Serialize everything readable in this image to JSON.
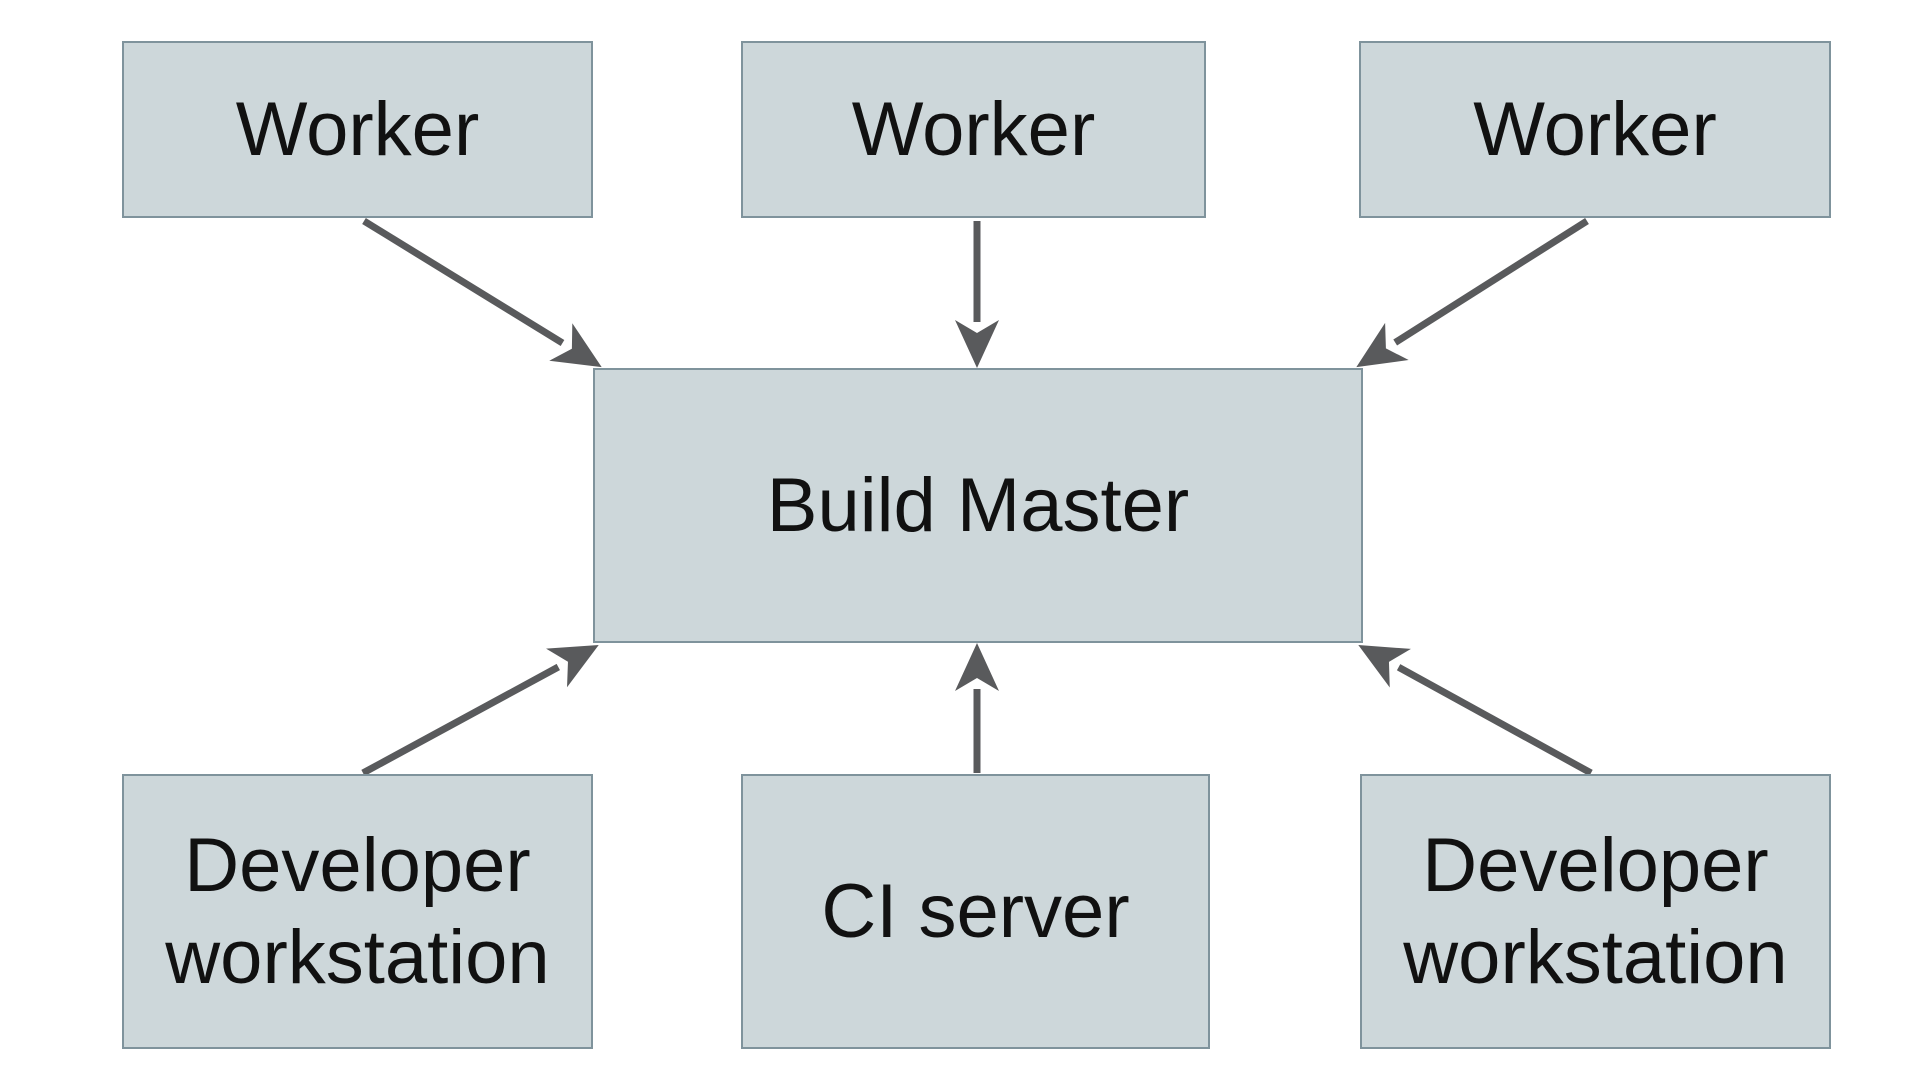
{
  "nodes": {
    "worker_1": {
      "label": "Worker"
    },
    "worker_2": {
      "label": "Worker"
    },
    "worker_3": {
      "label": "Worker"
    },
    "build_master": {
      "label": "Build Master"
    },
    "developer_workstation_left": {
      "label": "Developer workstation"
    },
    "ci_server": {
      "label": "CI server"
    },
    "developer_workstation_right": {
      "label": "Developer workstation"
    }
  },
  "edges": [
    {
      "from": "worker_1",
      "to": "build_master"
    },
    {
      "from": "worker_2",
      "to": "build_master"
    },
    {
      "from": "worker_3",
      "to": "build_master"
    },
    {
      "from": "developer_workstation_left",
      "to": "build_master"
    },
    {
      "from": "ci_server",
      "to": "build_master"
    },
    {
      "from": "developer_workstation_right",
      "to": "build_master"
    }
  ],
  "colors": {
    "background": "#ffffff",
    "node_fill": "#cdd7da",
    "node_border": "#7f939c",
    "text": "#111111",
    "arrow": "#595a5c"
  }
}
